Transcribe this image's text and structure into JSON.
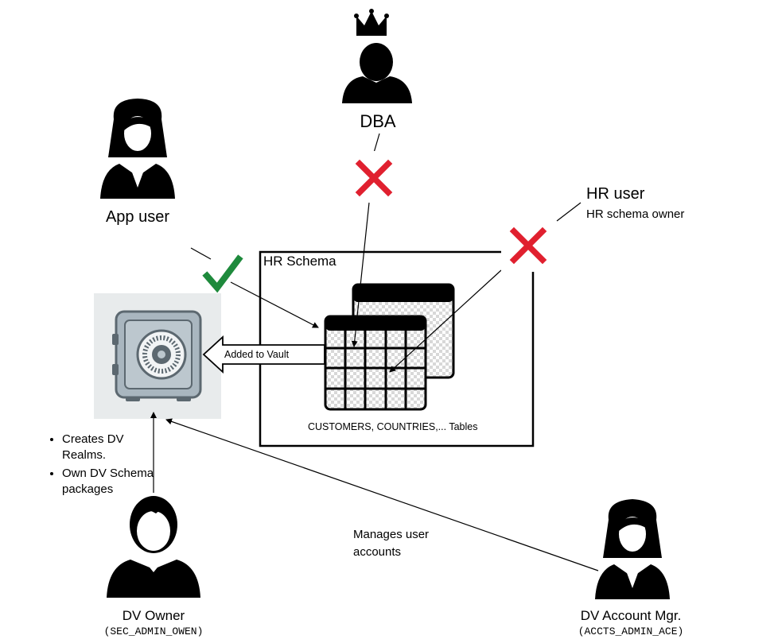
{
  "actors": {
    "dba": {
      "label": "DBA"
    },
    "app_user": {
      "label": "App user"
    },
    "hr_user": {
      "label": "HR user",
      "sublabel": "HR schema owner"
    },
    "dv_owner": {
      "label": "DV Owner",
      "account": "(SEC_ADMIN_OWEN)"
    },
    "dv_account_mgr": {
      "label": "DV Account Mgr.",
      "account": "(ACCTS_ADMIN_ACE)"
    }
  },
  "schema": {
    "title": "HR Schema",
    "tables_caption": "CUSTOMERS, COUNTRIES,... Tables"
  },
  "vault_arrow_label": "Added to Vault",
  "dv_owner_duties": [
    "Creates DV Realms.",
    "Own DV Schema packages"
  ],
  "account_mgr_duty": "Manages user accounts",
  "colors": {
    "allowed": "#1e8a3c",
    "denied": "#e0202f",
    "safe_bg": "#e8ebec",
    "safe_body": "#a9b6bf"
  }
}
